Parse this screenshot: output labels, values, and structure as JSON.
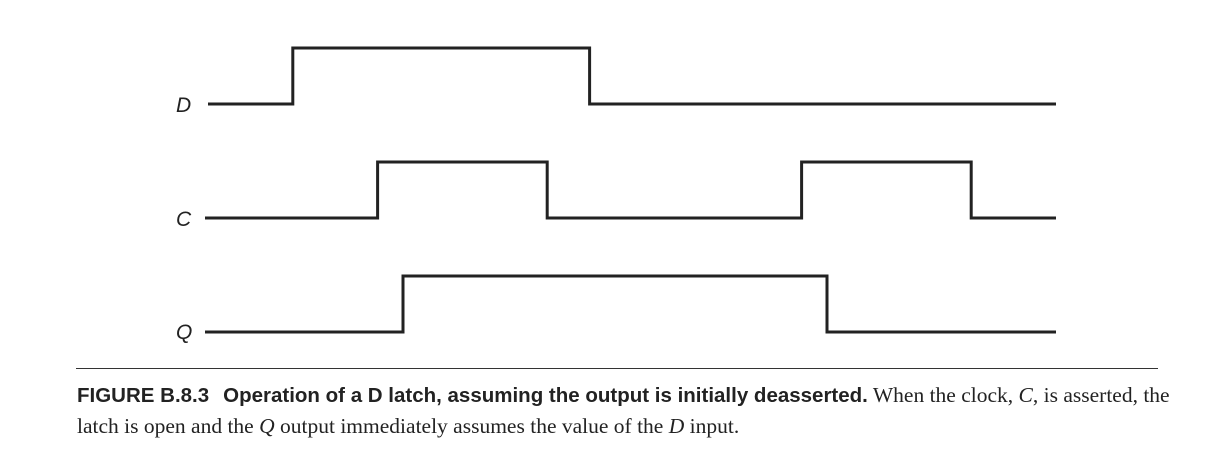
{
  "signals": [
    {
      "label": "D",
      "initial": 0,
      "transitions": [
        1,
        4.5
      ]
    },
    {
      "label": "C",
      "initial": 0,
      "transitions": [
        2,
        4,
        7,
        9
      ]
    },
    {
      "label": "Q",
      "initial": 0,
      "transitions": [
        2.3,
        7.3
      ]
    }
  ],
  "caption": {
    "number": "FIGURE B.8.3",
    "title": "Operation of a D latch, assuming the output is initially deasserted.",
    "body_1": " When the clock, ",
    "var_c": "C",
    "body_2": ", is asserted, the latch is open and the ",
    "var_q": "Q",
    "body_3": " output immediately assumes the value of the ",
    "var_d": "D",
    "body_4": " input."
  }
}
